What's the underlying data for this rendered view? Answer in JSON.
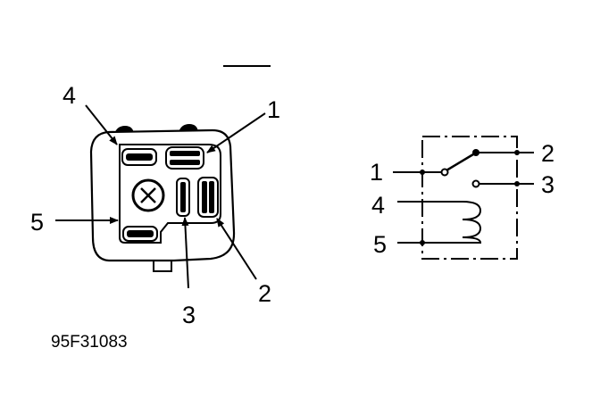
{
  "figure_code": "95F31083",
  "connector_view": {
    "pin_labels": [
      "1",
      "2",
      "3",
      "4",
      "5"
    ]
  },
  "schematic": {
    "pin_labels": [
      "1",
      "2",
      "3",
      "4",
      "5"
    ]
  },
  "colors": {
    "ink": "#000000",
    "background": "#ffffff"
  }
}
